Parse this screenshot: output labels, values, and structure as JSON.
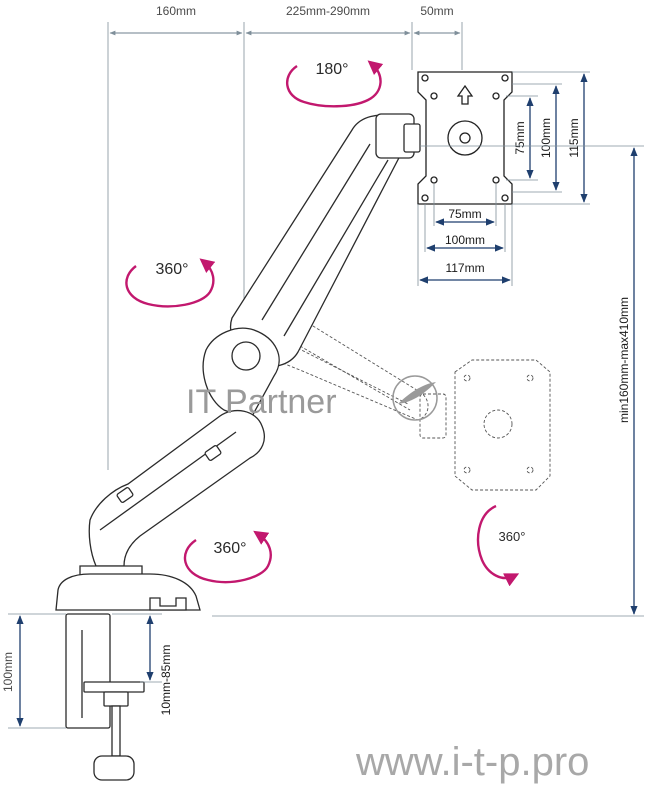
{
  "dimensions": {
    "top_left": "160mm",
    "top_middle": "225mm-290mm",
    "top_right": "50mm",
    "vesa_h_75": "75mm",
    "vesa_h_100": "100mm",
    "vesa_h_115": "115mm",
    "vesa_w_75": "75mm",
    "vesa_w_100": "100mm",
    "vesa_w_117": "117mm",
    "height_range": "min160mm-max410mm",
    "clamp_height": "100mm",
    "desk_thickness": "10mm-85mm"
  },
  "rotations": {
    "top": "180°",
    "left_upper": "360°",
    "base": "360°",
    "screen": "360°"
  },
  "watermark": {
    "brand": "IT Partner",
    "url": "www.i-t-p.pro"
  },
  "colors": {
    "rotation_arrows": "#c2186e",
    "dimension_lines": "#1f3f6e"
  }
}
